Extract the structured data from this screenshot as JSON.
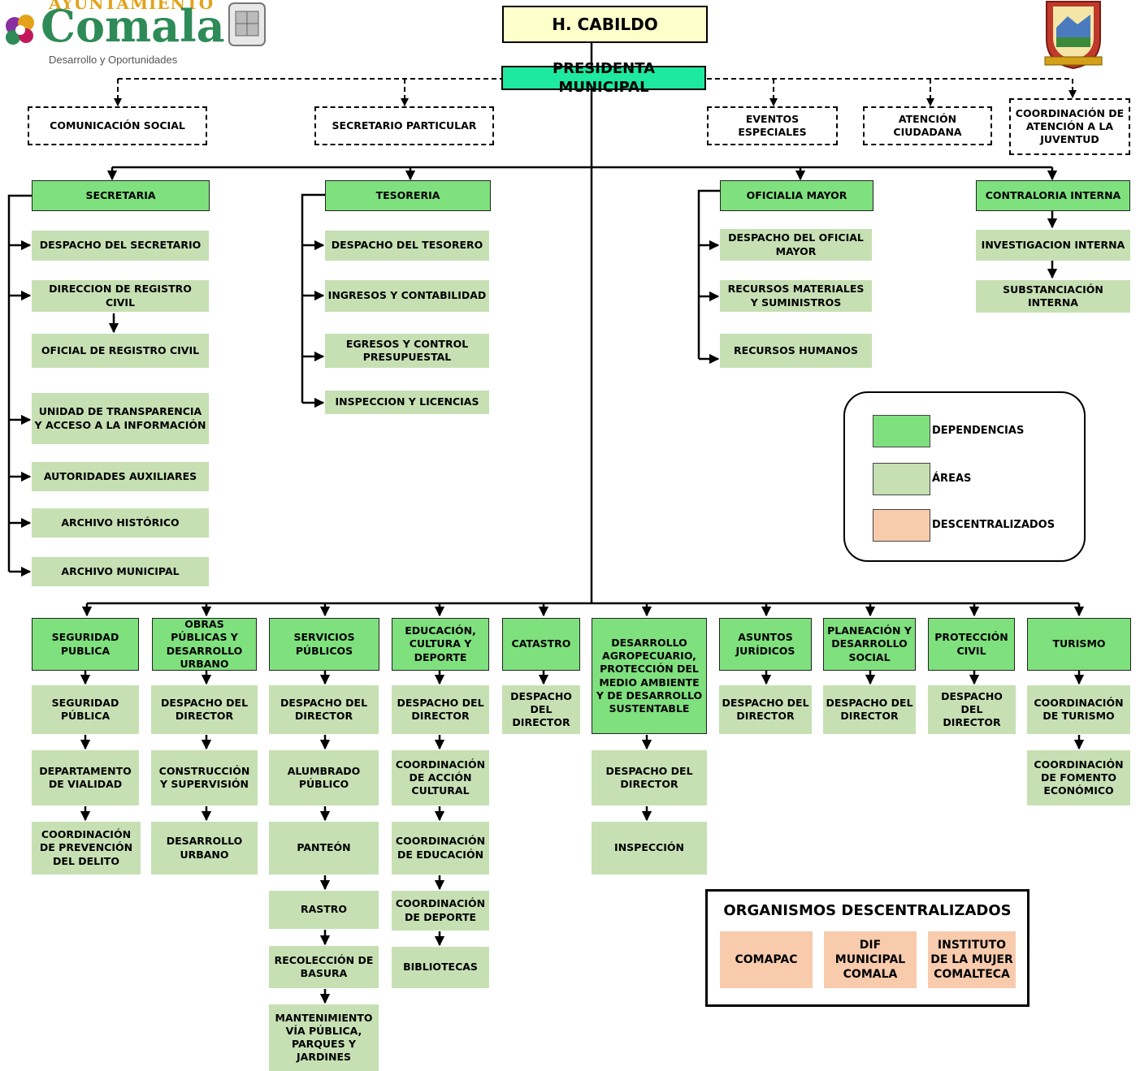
{
  "header": {
    "logo_word_top": "AYUNTAMIENTO",
    "logo_word_main": "Comala",
    "logo_tagline": "Desarrollo y Oportunidades"
  },
  "top": {
    "cabildo": "H. CABILDO",
    "presidenta": "PRESIDENTA MUNICIPAL"
  },
  "staff": {
    "comunicacion": "COMUNICACIÓN SOCIAL",
    "secretario_particular": "SECRETARIO PARTICULAR",
    "eventos": "EVENTOS ESPECIALES",
    "atencion": "ATENCIÓN CIUDADANA",
    "juventud": "COORDINACIÓN DE ATENCIÓN A LA JUVENTUD"
  },
  "secretaria": {
    "title": "SECRETARIA",
    "areas": [
      "DESPACHO DEL SECRETARIO",
      "DIRECCION DE REGISTRO CIVIL",
      "OFICIAL DE REGISTRO CIVIL",
      "UNIDAD DE TRANSPARENCIA Y ACCESO A LA INFORMACIÓN",
      "AUTORIDADES AUXILIARES",
      "ARCHIVO HISTÓRICO",
      "ARCHIVO MUNICIPAL"
    ]
  },
  "tesoreria": {
    "title": "TESORERIA",
    "areas": [
      "DESPACHO DEL TESORERO",
      "INGRESOS Y CONTABILIDAD",
      "EGRESOS Y CONTROL PRESUPUESTAL",
      "INSPECCION Y LICENCIAS"
    ]
  },
  "oficialia": {
    "title": "OFICIALIA MAYOR",
    "areas": [
      "DESPACHO DEL OFICIAL MAYOR",
      "RECURSOS MATERIALES Y SUMINISTROS",
      "RECURSOS HUMANOS"
    ]
  },
  "contraloria": {
    "title": "CONTRALORIA INTERNA",
    "areas": [
      "INVESTIGACION INTERNA",
      "SUBSTANCIACIÓN INTERNA"
    ]
  },
  "legend": {
    "dependencias": "DEPENDENCIAS",
    "areas": "ÁREAS",
    "descentralizados": "DESCENTRALIZADOS",
    "colors": {
      "dependencias": "#7fe07e",
      "areas": "#c6e0b3",
      "descentralizados": "#f8cbad"
    }
  },
  "bottom": [
    {
      "title": "SEGURIDAD PUBLICA",
      "areas": [
        "SEGURIDAD PÚBLICA",
        "DEPARTAMENTO DE VIALIDAD",
        "COORDINACIÓN DE PREVENCIÓN DEL DELITO"
      ]
    },
    {
      "title": "OBRAS PÚBLICAS Y DESARROLLO URBANO",
      "areas": [
        "DESPACHO DEL DIRECTOR",
        "CONSTRUCCIÓN Y SUPERVISIÓN",
        "DESARROLLO URBANO"
      ]
    },
    {
      "title": "SERVICIOS PÚBLICOS",
      "areas": [
        "DESPACHO DEL DIRECTOR",
        "ALUMBRADO PÚBLICO",
        "PANTEÓN",
        "RASTRO",
        "RECOLECCIÓN DE BASURA",
        "MANTENIMIENTO VÍA PÚBLICA, PARQUES Y JARDINES"
      ]
    },
    {
      "title": "EDUCACIÓN, CULTURA Y DEPORTE",
      "areas": [
        "DESPACHO DEL DIRECTOR",
        "COORDINACIÓN DE ACCIÓN CULTURAL",
        "COORDINACIÓN DE EDUCACIÓN",
        "COORDINACIÓN DE DEPORTE",
        "BIBLIOTECAS"
      ]
    },
    {
      "title": "CATASTRO",
      "areas": [
        "DESPACHO DEL DIRECTOR"
      ]
    },
    {
      "title": "DESARROLLO AGROPECUARIO, PROTECCIÓN DEL MEDIO AMBIENTE Y DE DESARROLLO SUSTENTABLE",
      "areas": [
        "DESPACHO DEL DIRECTOR",
        "INSPECCIÓN"
      ]
    },
    {
      "title": "ASUNTOS JURÍDICOS",
      "areas": [
        "DESPACHO DEL DIRECTOR"
      ]
    },
    {
      "title": "PLANEACIÓN Y DESARROLLO SOCIAL",
      "areas": [
        "DESPACHO DEL DIRECTOR"
      ]
    },
    {
      "title": "PROTECCIÓN CIVIL",
      "areas": [
        "DESPACHO DEL DIRECTOR"
      ]
    },
    {
      "title": "TURISMO",
      "areas": [
        "COORDINACIÓN DE TURISMO",
        "COORDINACIÓN DE FOMENTO ECONÓMICO"
      ]
    }
  ],
  "organismos": {
    "title": "ORGANISMOS DESCENTRALIZADOS",
    "items": [
      "COMAPAC",
      "DIF MUNICIPAL COMALA",
      "INSTITUTO DE LA MUJER COMALTECA"
    ]
  }
}
